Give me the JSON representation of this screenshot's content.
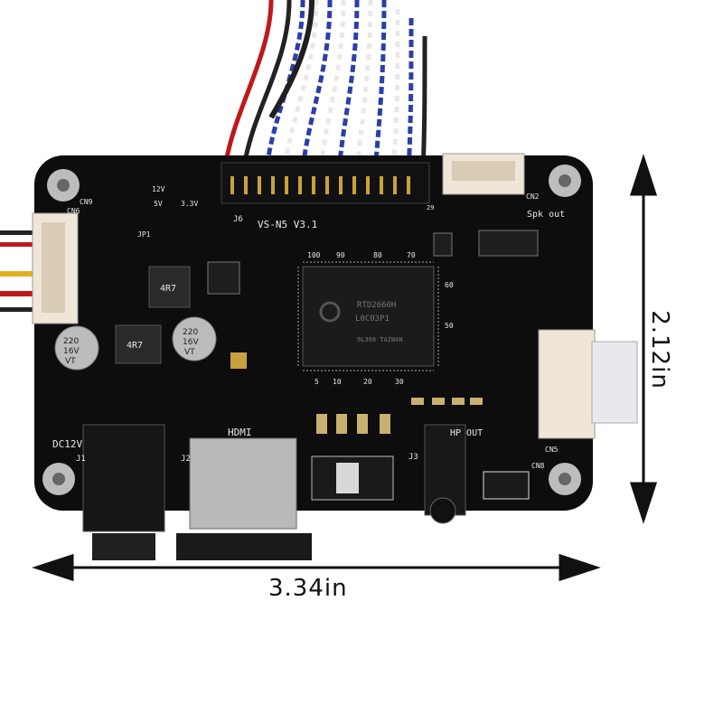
{
  "dimensions": {
    "width_label": "3.34in",
    "height_label": "2.12in"
  },
  "board": {
    "model": "VS-N5 V3.1",
    "chip_text_1": "RTD2660H",
    "chip_text_2": "L0C03P1",
    "chip_text_3": "9L308 TAIWAN",
    "connector_labels": {
      "hdmi": "HDMI",
      "dc": "DC12V",
      "hp_out": "HP OUT",
      "spk_out": "Spk out",
      "cn2": "CN2",
      "cn5": "CN5",
      "cn6": "CN6",
      "cn8": "CN8",
      "cn9": "CN9",
      "j1": "J1",
      "j2": "J2",
      "j3": "J3",
      "j6": "J6",
      "jp1": "JP1",
      "v12": "12V",
      "v5": "5V",
      "v33": "3.3V",
      "n29": "29"
    },
    "capacitor_1": [
      "220",
      "16V",
      "VT"
    ],
    "capacitor_2": [
      "220",
      "16V",
      "VT"
    ],
    "inductor_1": "4R7",
    "inductor_2": "4R7",
    "pin_numbers_top": [
      "100",
      "90",
      "80",
      "70"
    ],
    "pin_numbers_bottom": [
      "5",
      "10",
      "20",
      "30"
    ],
    "pin_numbers_side": [
      "60",
      "50"
    ]
  },
  "colors": {
    "pcb": "#0d0d0d",
    "silkscreen": "#e8e8e8",
    "connector": "#efe6d8",
    "wire_blue": "#2b3fa8",
    "wire_red": "#c01818"
  }
}
